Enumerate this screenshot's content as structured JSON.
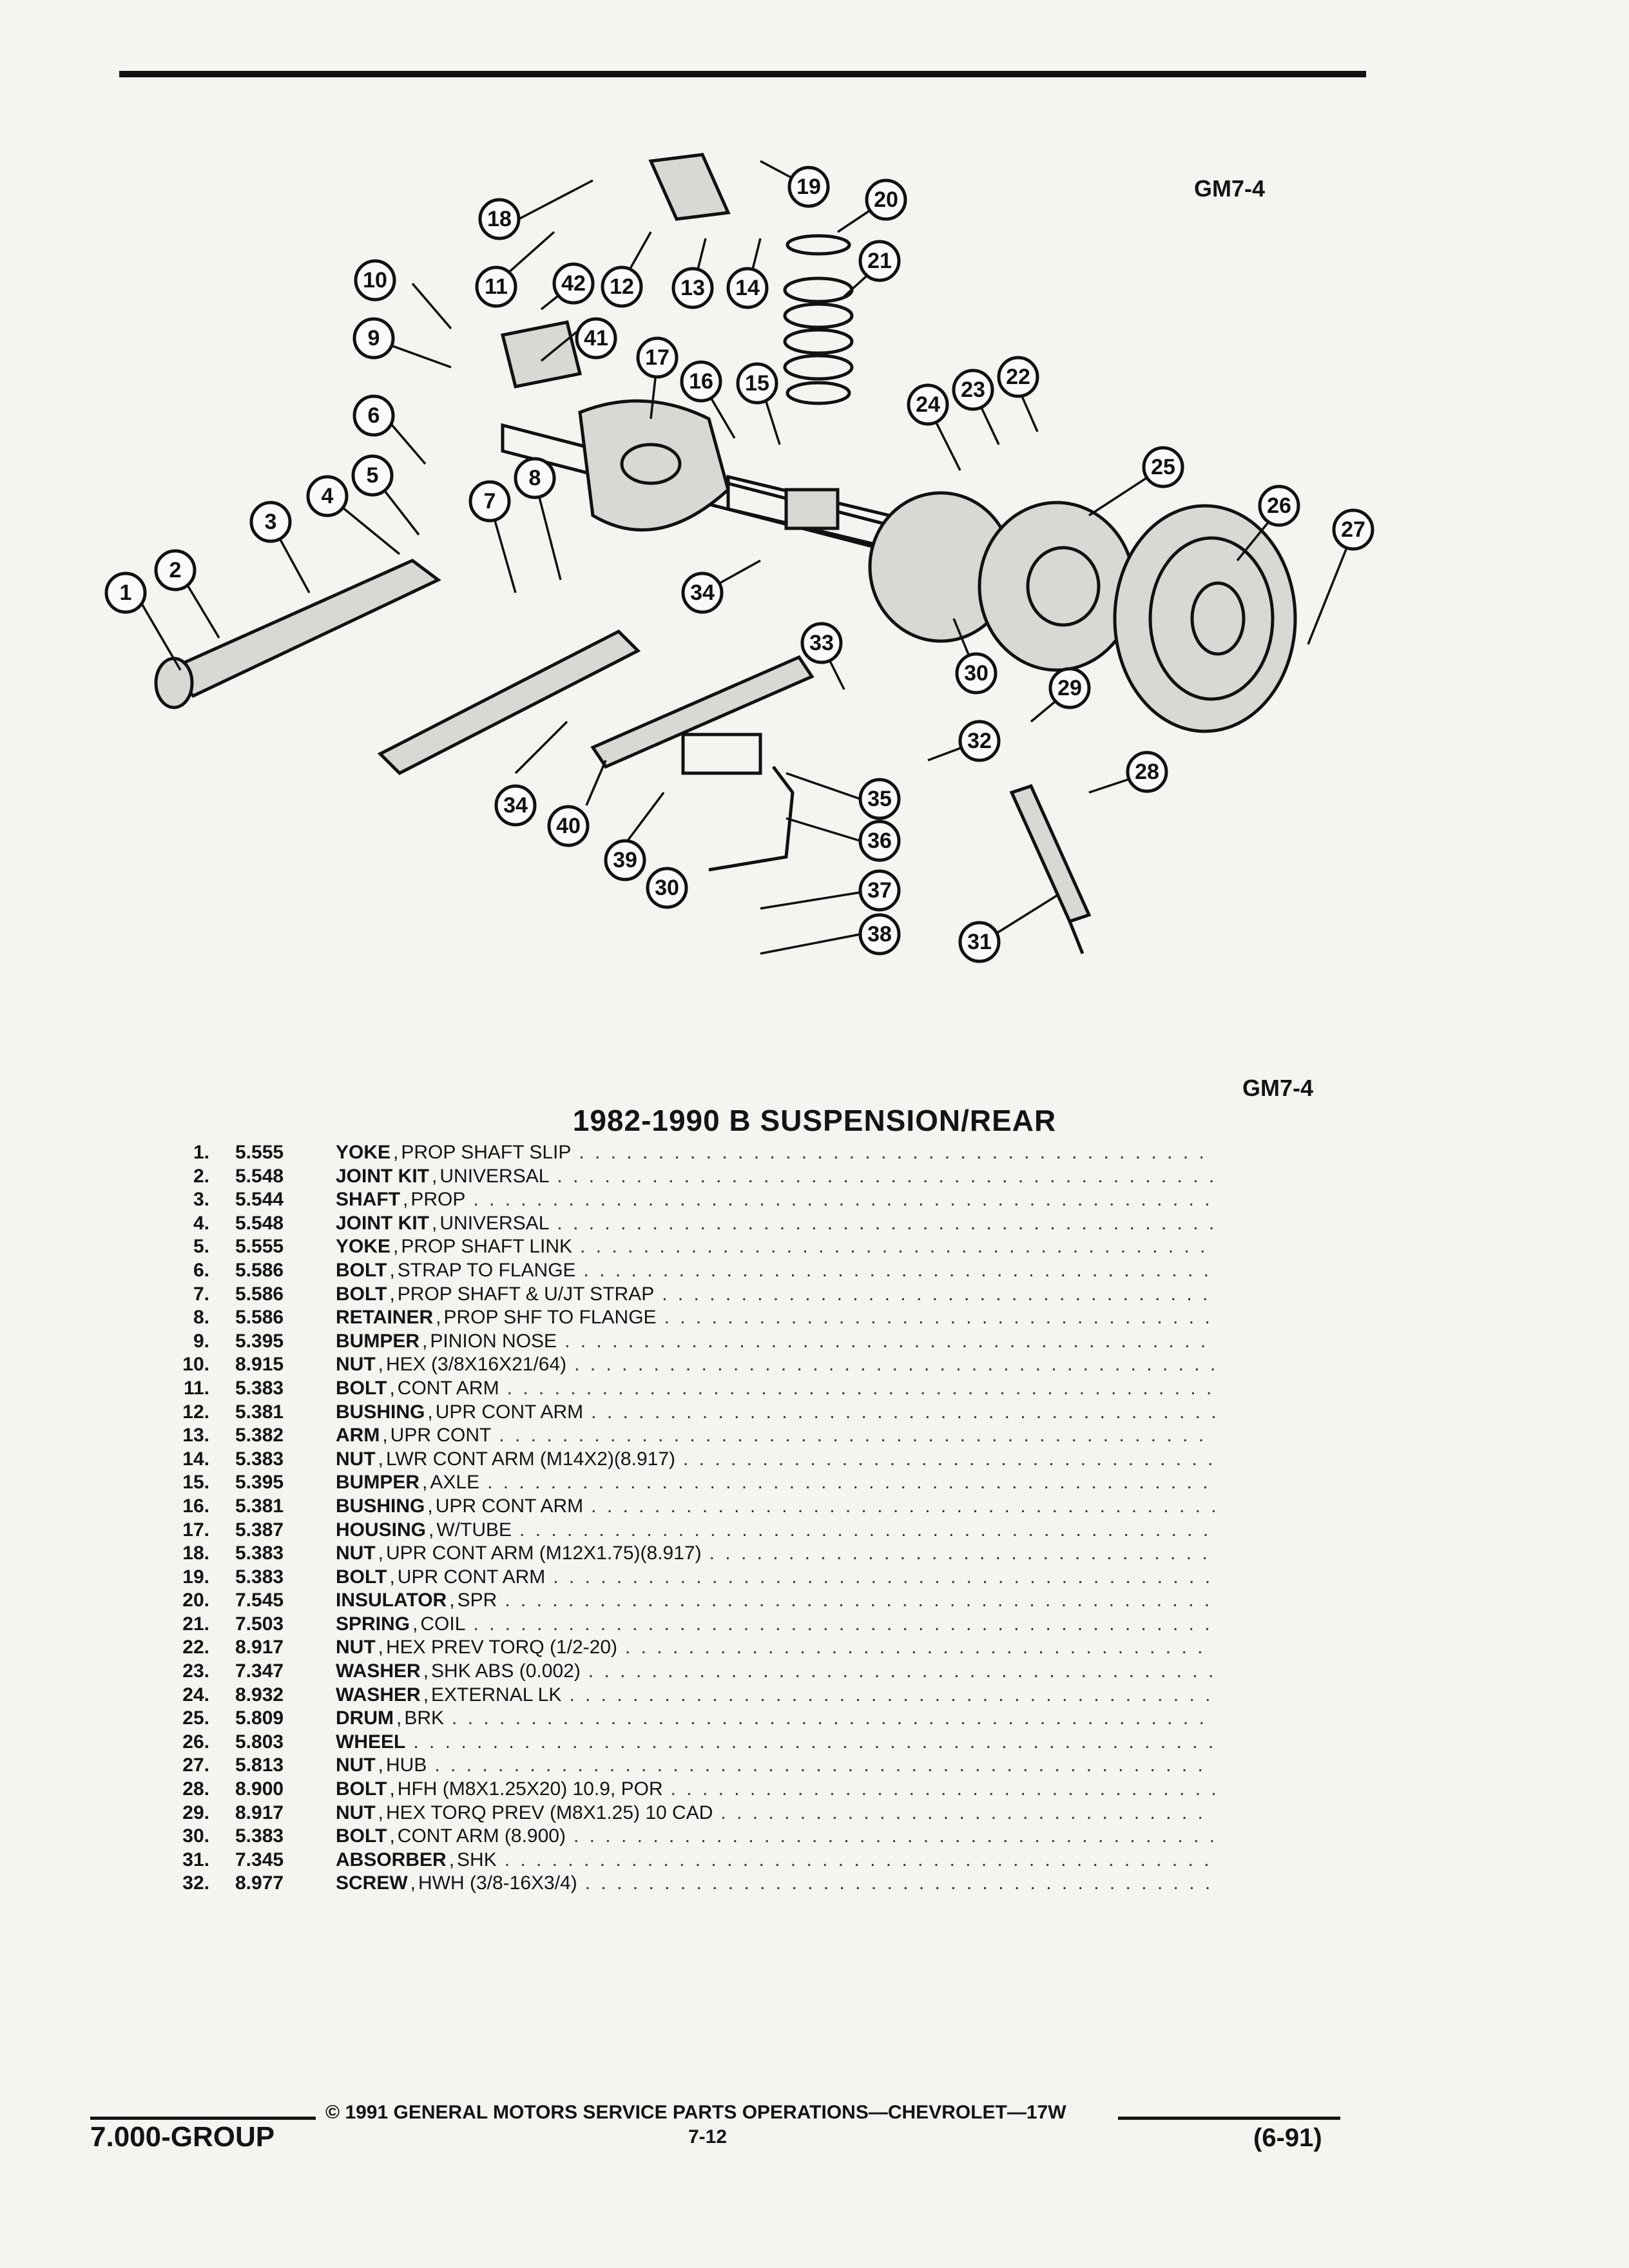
{
  "header": {
    "code_top": "GM7-4",
    "code_bottom": "GM7-4"
  },
  "title": "1982-1990 B SUSPENSION/REAR",
  "callouts": [
    "1",
    "2",
    "3",
    "4",
    "5",
    "6",
    "7",
    "8",
    "9",
    "10",
    "11",
    "12",
    "13",
    "14",
    "15",
    "16",
    "17",
    "18",
    "19",
    "20",
    "21",
    "22",
    "23",
    "24",
    "25",
    "26",
    "27",
    "28",
    "29",
    "30",
    "31",
    "32",
    "33",
    "34",
    "35",
    "36",
    "37",
    "38",
    "39",
    "40",
    "41",
    "42"
  ],
  "parts": [
    {
      "num": "1.",
      "group": "5.555",
      "name": "YOKE",
      "desc": "PROP SHAFT SLIP"
    },
    {
      "num": "2.",
      "group": "5.548",
      "name": "JOINT KIT",
      "desc": "UNIVERSAL"
    },
    {
      "num": "3.",
      "group": "5.544",
      "name": "SHAFT",
      "desc": "PROP"
    },
    {
      "num": "4.",
      "group": "5.548",
      "name": "JOINT KIT",
      "desc": "UNIVERSAL"
    },
    {
      "num": "5.",
      "group": "5.555",
      "name": "YOKE",
      "desc": "PROP SHAFT LINK"
    },
    {
      "num": "6.",
      "group": "5.586",
      "name": "BOLT",
      "desc": "STRAP TO FLANGE"
    },
    {
      "num": "7.",
      "group": "5.586",
      "name": "BOLT",
      "desc": "PROP SHAFT & U/JT STRAP"
    },
    {
      "num": "8.",
      "group": "5.586",
      "name": "RETAINER",
      "desc": "PROP SHF TO FLANGE"
    },
    {
      "num": "9.",
      "group": "5.395",
      "name": "BUMPER",
      "desc": "PINION NOSE"
    },
    {
      "num": "10.",
      "group": "8.915",
      "name": "NUT",
      "desc": "HEX (3/8X16X21/64)"
    },
    {
      "num": "11.",
      "group": "5.383",
      "name": "BOLT",
      "desc": "CONT ARM"
    },
    {
      "num": "12.",
      "group": "5.381",
      "name": "BUSHING",
      "desc": "UPR CONT ARM"
    },
    {
      "num": "13.",
      "group": "5.382",
      "name": "ARM",
      "desc": "UPR CONT"
    },
    {
      "num": "14.",
      "group": "5.383",
      "name": "NUT",
      "desc": "LWR CONT ARM (M14X2)(8.917)"
    },
    {
      "num": "15.",
      "group": "5.395",
      "name": "BUMPER",
      "desc": "AXLE"
    },
    {
      "num": "16.",
      "group": "5.381",
      "name": "BUSHING",
      "desc": "UPR CONT ARM"
    },
    {
      "num": "17.",
      "group": "5.387",
      "name": "HOUSING",
      "desc": "W/TUBE"
    },
    {
      "num": "18.",
      "group": "5.383",
      "name": "NUT",
      "desc": "UPR CONT ARM (M12X1.75)(8.917)"
    },
    {
      "num": "19.",
      "group": "5.383",
      "name": "BOLT",
      "desc": "UPR CONT ARM"
    },
    {
      "num": "20.",
      "group": "7.545",
      "name": "INSULATOR",
      "desc": "SPR"
    },
    {
      "num": "21.",
      "group": "7.503",
      "name": "SPRING",
      "desc": "COIL"
    },
    {
      "num": "22.",
      "group": "8.917",
      "name": "NUT",
      "desc": "HEX PREV TORQ (1/2-20)"
    },
    {
      "num": "23.",
      "group": "7.347",
      "name": "WASHER",
      "desc": "SHK ABS (0.002)"
    },
    {
      "num": "24.",
      "group": "8.932",
      "name": "WASHER",
      "desc": "EXTERNAL LK"
    },
    {
      "num": "25.",
      "group": "5.809",
      "name": "DRUM",
      "desc": "BRK"
    },
    {
      "num": "26.",
      "group": "5.803",
      "name": "WHEEL",
      "desc": ""
    },
    {
      "num": "27.",
      "group": "5.813",
      "name": "NUT",
      "desc": "HUB"
    },
    {
      "num": "28.",
      "group": "8.900",
      "name": "BOLT",
      "desc": "HFH (M8X1.25X20) 10.9, POR"
    },
    {
      "num": "29.",
      "group": "8.917",
      "name": "NUT",
      "desc": "HEX TORQ PREV (M8X1.25) 10 CAD"
    },
    {
      "num": "30.",
      "group": "5.383",
      "name": "BOLT",
      "desc": "CONT ARM (8.900)"
    },
    {
      "num": "31.",
      "group": "7.345",
      "name": "ABSORBER",
      "desc": "SHK"
    },
    {
      "num": "32.",
      "group": "8.977",
      "name": "SCREW",
      "desc": "HWH (3/8-16X3/4)"
    }
  ],
  "footer": {
    "group_label": "7.000-GROUP",
    "copyright": "© 1991 GENERAL MOTORS SERVICE PARTS OPERATIONS—CHEVROLET—17W",
    "page_number": "7-12",
    "date_code": "(6-91)"
  }
}
